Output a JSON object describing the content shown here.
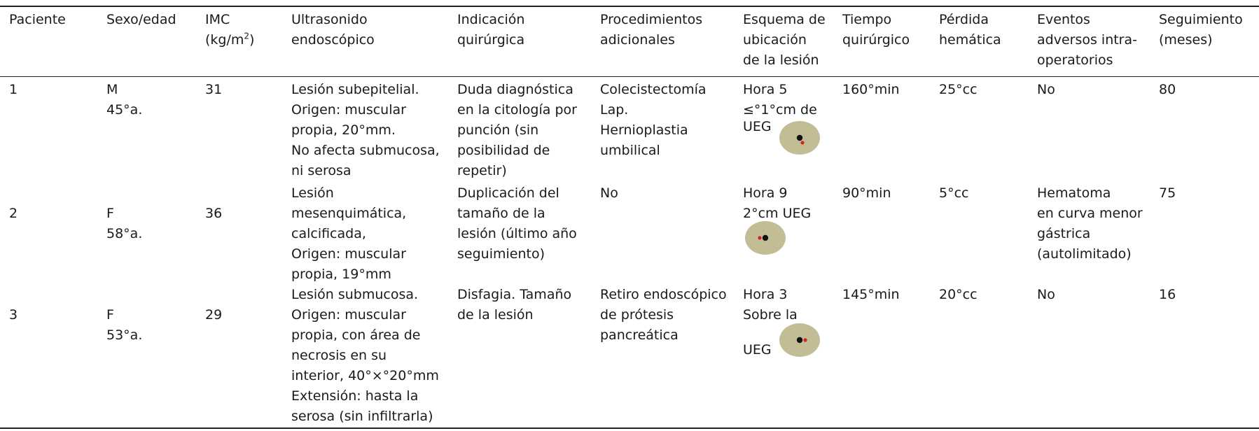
{
  "header": {
    "paciente": [
      "Paciente"
    ],
    "sexo_edad": [
      "Sexo/edad"
    ],
    "imc": [
      "IMC",
      "(kg/m",
      "2",
      ")"
    ],
    "ultrasonido": [
      "Ultrasonido",
      "endoscópico"
    ],
    "indicacion": [
      "Indicación",
      "quirúrgica"
    ],
    "procedimientos": [
      "Procedimientos",
      "adicionales"
    ],
    "esquema": [
      "Esquema de",
      "ubicación",
      "de la lesión"
    ],
    "tiempo": [
      "Tiempo",
      "quirúrgico"
    ],
    "perdida": [
      "Pérdida",
      "hemática"
    ],
    "eventos": [
      "Eventos",
      "adversos intra-",
      "operatorios"
    ],
    "seguimiento": [
      "Seguimiento",
      "(meses)"
    ]
  },
  "rows": [
    {
      "paciente": "1",
      "sexo": "M",
      "edad": "45°a.",
      "imc": "31",
      "ultrasonido": [
        "Lesión subepitelial.",
        "Origen: muscular",
        "propia, 20°mm.",
        "No afecta submucosa,",
        "ni serosa"
      ],
      "indicacion": [
        "Duda diagnóstica",
        "en la citología por",
        "punción (sin",
        "posibilidad de",
        "repetir)"
      ],
      "procedimientos": [
        "Colecistectomía",
        "Lap.",
        "Hernioplastia",
        "umbilical"
      ],
      "esquema": [
        "Hora 5",
        "≤°1°cm de",
        "UEG"
      ],
      "tiempo": "160°min",
      "perdida": "25°cc",
      "eventos": [
        "No"
      ],
      "seguimiento": "80"
    },
    {
      "paciente": "2",
      "sexo": "F",
      "edad": "58°a.",
      "imc": "36",
      "ultrasonido": [
        "Lesión",
        "mesenquimática,",
        "calcificada,",
        "Origen: muscular",
        "propia, 19°mm"
      ],
      "indicacion": [
        "Duplicación del",
        "tamaño de la",
        "lesión (último año",
        "seguimiento)"
      ],
      "procedimientos": [
        "No"
      ],
      "esquema": [
        "Hora 9",
        "2°cm UEG"
      ],
      "tiempo": "90°min",
      "perdida": "5°cc",
      "eventos": [
        "Hematoma",
        "en curva menor",
        "gástrica",
        "(autolimitado)"
      ],
      "seguimiento": "75"
    },
    {
      "paciente": "3",
      "sexo": "F",
      "edad": "53°a.",
      "imc": "29",
      "ultrasonido": [
        "Lesión submucosa.",
        "Origen: muscular",
        "propia, con área de",
        "necrosis en su",
        "interior, 40°×°20°mm",
        "Extensión: hasta la",
        "serosa (sin infiltrarla)"
      ],
      "indicacion": [
        "Disfagia. Tamaño",
        "de la lesión"
      ],
      "procedimientos": [
        "Retiro endoscópico",
        "de prótesis",
        "pancreática"
      ],
      "esquema": [
        "Hora 3",
        "Sobre la",
        "UEG"
      ],
      "tiempo": "145°min",
      "perdida": "20°cc",
      "eventos": [
        "No"
      ],
      "seguimiento": "16"
    }
  ],
  "diagram_colors": {
    "disc": "#c3bd95",
    "center": "#111111",
    "lesion": "#d42020"
  },
  "lesion_clock_hours": [
    5,
    9,
    3
  ]
}
